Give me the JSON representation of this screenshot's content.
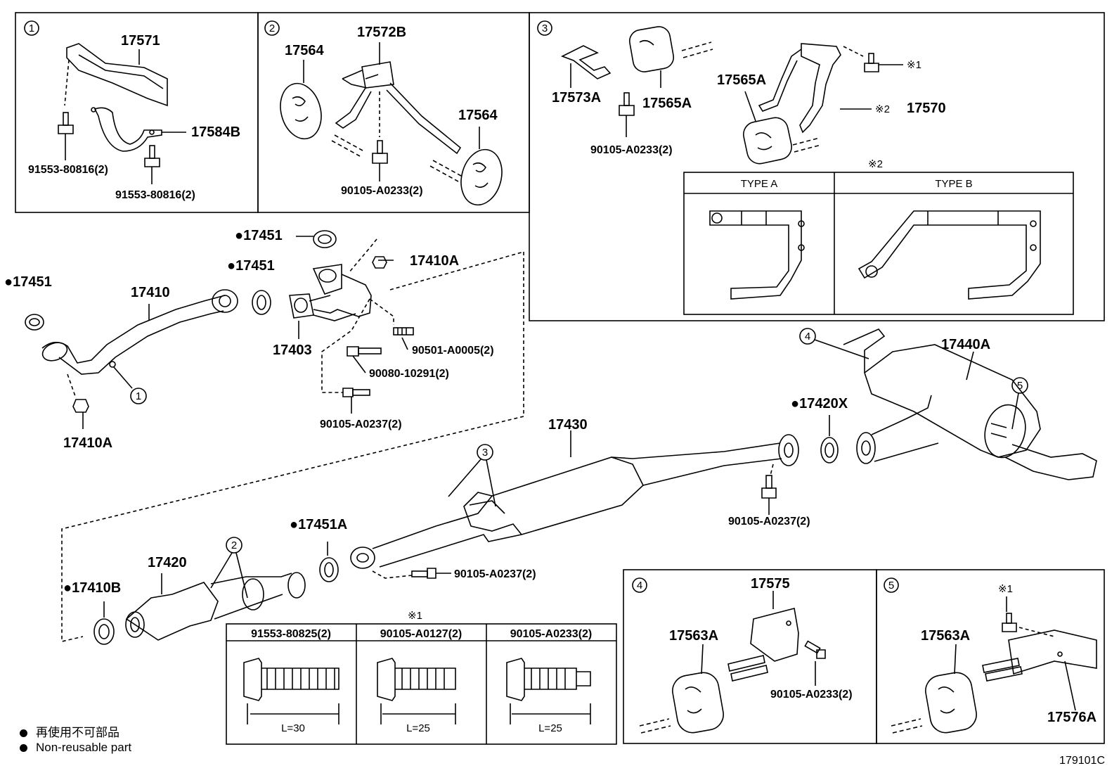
{
  "inset_numbers": [
    "1",
    "2",
    "3",
    "4",
    "5"
  ],
  "parts": {
    "p17571": "17571",
    "p17584B": "17584B",
    "p91553_a": "91553-80816(2)",
    "p91553_b": "91553-80816(2)",
    "p17564_a": "17564",
    "p17572B": "17572B",
    "p17564_b": "17564",
    "p90105_a0233_a": "90105-A0233(2)",
    "p17573A": "17573A",
    "p17565A_a": "17565A",
    "p17565A_b": "17565A",
    "p90105_a0233_b": "90105-A0233(2)",
    "p17570": "17570",
    "note1_a": "※1",
    "note2_a": "※2",
    "note2_b": "※2",
    "p17451_a": "●17451",
    "p17451_b": "●17451",
    "p17451_c": "●17451",
    "p17410": "17410",
    "p17410A_a": "17410A",
    "p17410A_b": "17410A",
    "p17403": "17403",
    "p90501": "90501-A0005(2)",
    "p90080": "90080-10291(2)",
    "p90105_a0237_a": "90105-A0237(2)",
    "p17440A": "17440A",
    "p17420X": "●17420X",
    "p17430": "17430",
    "p90105_a0237_b": "90105-A0237(2)",
    "p17451A": "●17451A",
    "p90105_a0237_c": "90105-A0237(2)",
    "p17420": "17420",
    "p17410B": "●17410B",
    "p17575": "17575",
    "p17563A_a": "17563A",
    "p90105_a0233_c": "90105-A0233(2)",
    "p17563A_b": "17563A",
    "p17576A": "17576A",
    "note1_b": "※1",
    "note1_c": "※1"
  },
  "type_table": {
    "col_a": "TYPE A",
    "col_b": "TYPE B"
  },
  "bolt_table": {
    "headers": [
      "91553-80825(2)",
      "90105-A0127(2)",
      "90105-A0233(2)"
    ],
    "lengths": [
      "L=30",
      "L=25",
      "L=25"
    ]
  },
  "legend": {
    "line1": "再使用不可部品",
    "line2": "Non-reusable part"
  },
  "figure_code": "179101C"
}
